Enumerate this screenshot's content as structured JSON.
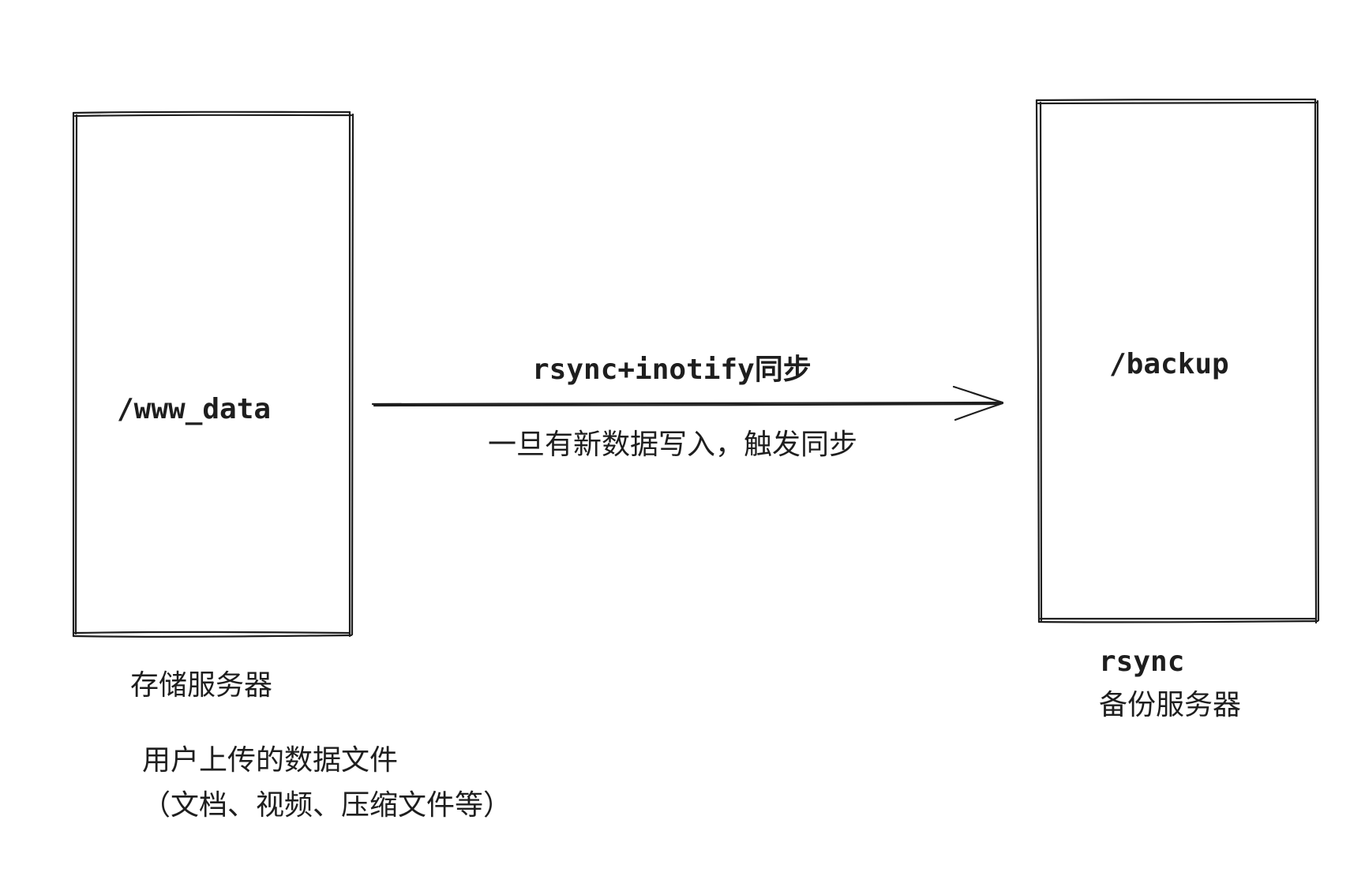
{
  "storage_server": {
    "path": "/www_data",
    "label": "存储服务器",
    "note_line1": "用户上传的数据文件",
    "note_line2": "（文档、视频、压缩文件等）"
  },
  "backup_server": {
    "path": "/backup",
    "label_line1": "rsync",
    "label_line2": "备份服务器"
  },
  "sync_arrow": {
    "label_above": "rsync+inotify同步",
    "label_below": "一旦有新数据写入，触发同步"
  },
  "colors": {
    "stroke": "#1e1e1e",
    "background": "#ffffff"
  }
}
